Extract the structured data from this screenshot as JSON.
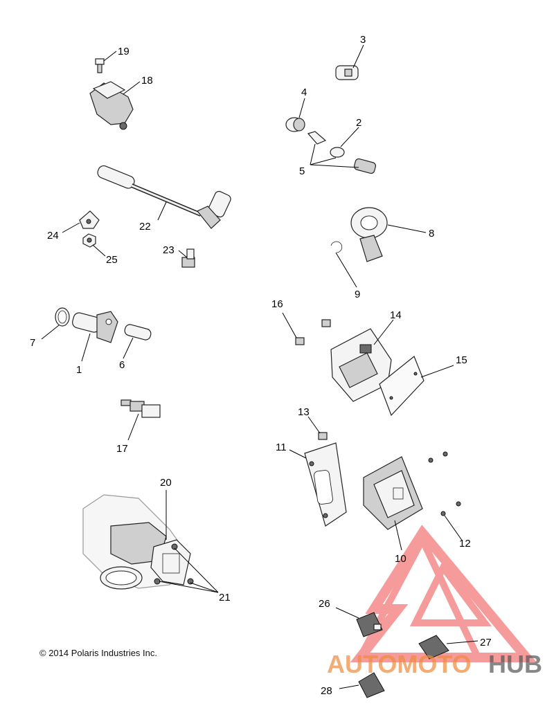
{
  "callouts": [
    {
      "id": "1",
      "label": "1"
    },
    {
      "id": "2",
      "label": "2"
    },
    {
      "id": "3",
      "label": "3"
    },
    {
      "id": "4",
      "label": "4"
    },
    {
      "id": "5",
      "label": "5"
    },
    {
      "id": "6",
      "label": "6"
    },
    {
      "id": "7",
      "label": "7"
    },
    {
      "id": "8",
      "label": "8"
    },
    {
      "id": "9",
      "label": "9"
    },
    {
      "id": "10",
      "label": "10"
    },
    {
      "id": "11",
      "label": "11"
    },
    {
      "id": "12",
      "label": "12"
    },
    {
      "id": "13",
      "label": "13"
    },
    {
      "id": "14",
      "label": "14"
    },
    {
      "id": "15",
      "label": "15"
    },
    {
      "id": "16",
      "label": "16"
    },
    {
      "id": "17",
      "label": "17"
    },
    {
      "id": "18",
      "label": "18"
    },
    {
      "id": "19",
      "label": "19"
    },
    {
      "id": "20",
      "label": "20"
    },
    {
      "id": "21",
      "label": "21"
    },
    {
      "id": "22",
      "label": "22"
    },
    {
      "id": "23",
      "label": "23"
    },
    {
      "id": "24",
      "label": "24"
    },
    {
      "id": "25",
      "label": "25"
    },
    {
      "id": "26",
      "label": "26"
    },
    {
      "id": "27",
      "label": "27"
    },
    {
      "id": "28",
      "label": "28"
    }
  ],
  "copyright": "© 2014 Polaris Industries Inc.",
  "watermark": {
    "part1": "AUTOMOTO",
    "part2": "HUB",
    "color_primary": "#f08a3c",
    "color_secondary": "#555555",
    "color_triangle": "#f04a4a"
  }
}
